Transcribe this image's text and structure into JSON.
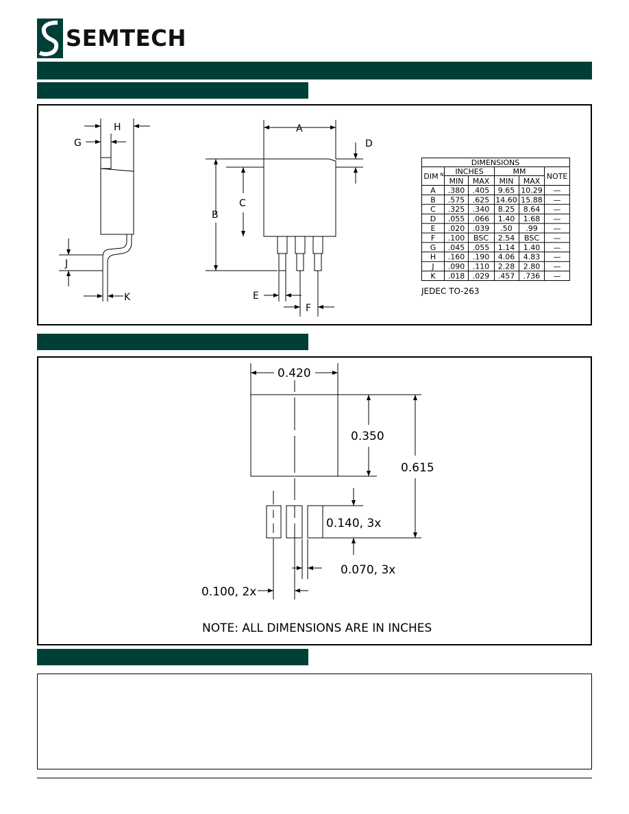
{
  "brand": {
    "name": "SEMTECH"
  },
  "colors": {
    "band": "#003f37",
    "logo_mark": "#003f37"
  },
  "outline": {
    "labels": {
      "A": "A",
      "B": "B",
      "C": "C",
      "D": "D",
      "E": "E",
      "F": "F",
      "G": "G",
      "H": "H",
      "J": "J",
      "K": "K"
    }
  },
  "dimension_table": {
    "title": "DIMENSIONS",
    "col_dim": "DIM",
    "col_dim_sup": "N",
    "group_inches": "INCHES",
    "group_mm": "MM",
    "col_note": "NOTE",
    "sub_min": "MIN",
    "sub_max": "MAX",
    "rows": [
      {
        "dim": "A",
        "in_min": ".380",
        "in_max": ".405",
        "mm_min": "9.65",
        "mm_max": "10.29",
        "note": "—"
      },
      {
        "dim": "B",
        "in_min": ".575",
        "in_max": ".625",
        "mm_min": "14.60",
        "mm_max": "15.88",
        "note": "—"
      },
      {
        "dim": "C",
        "in_min": ".325",
        "in_max": ".340",
        "mm_min": "8.25",
        "mm_max": "8.64",
        "note": "—"
      },
      {
        "dim": "D",
        "in_min": ".055",
        "in_max": ".066",
        "mm_min": "1.40",
        "mm_max": "1.68",
        "note": "—"
      },
      {
        "dim": "E",
        "in_min": ".020",
        "in_max": ".039",
        "mm_min": ".50",
        "mm_max": ".99",
        "note": "—"
      },
      {
        "dim": "F",
        "in_min": ".100",
        "in_max": "BSC",
        "mm_min": "2.54",
        "mm_max": "BSC",
        "note": "—"
      },
      {
        "dim": "G",
        "in_min": ".045",
        "in_max": ".055",
        "mm_min": "1.14",
        "mm_max": "1.40",
        "note": "—"
      },
      {
        "dim": "H",
        "in_min": ".160",
        "in_max": ".190",
        "mm_min": "4.06",
        "mm_max": "4.83",
        "note": "—"
      },
      {
        "dim": "J",
        "in_min": ".090",
        "in_max": ".110",
        "mm_min": "2.28",
        "mm_max": "2.80",
        "note": "—"
      },
      {
        "dim": "K",
        "in_min": ".018",
        "in_max": ".029",
        "mm_min": ".457",
        "mm_max": ".736",
        "note": "—"
      }
    ],
    "jedec": "JEDEC  TO-263"
  },
  "land_pattern": {
    "dim_width": "0.420",
    "dim_pad_height": "0.350",
    "dim_total": "0.615",
    "dim_lead_len": "0.140,  3x",
    "dim_lead_width": "0.070,  3x",
    "dim_pitch": "0.100,  2x",
    "note": "NOTE:  ALL  DIMENSIONS  ARE  IN  INCHES"
  }
}
